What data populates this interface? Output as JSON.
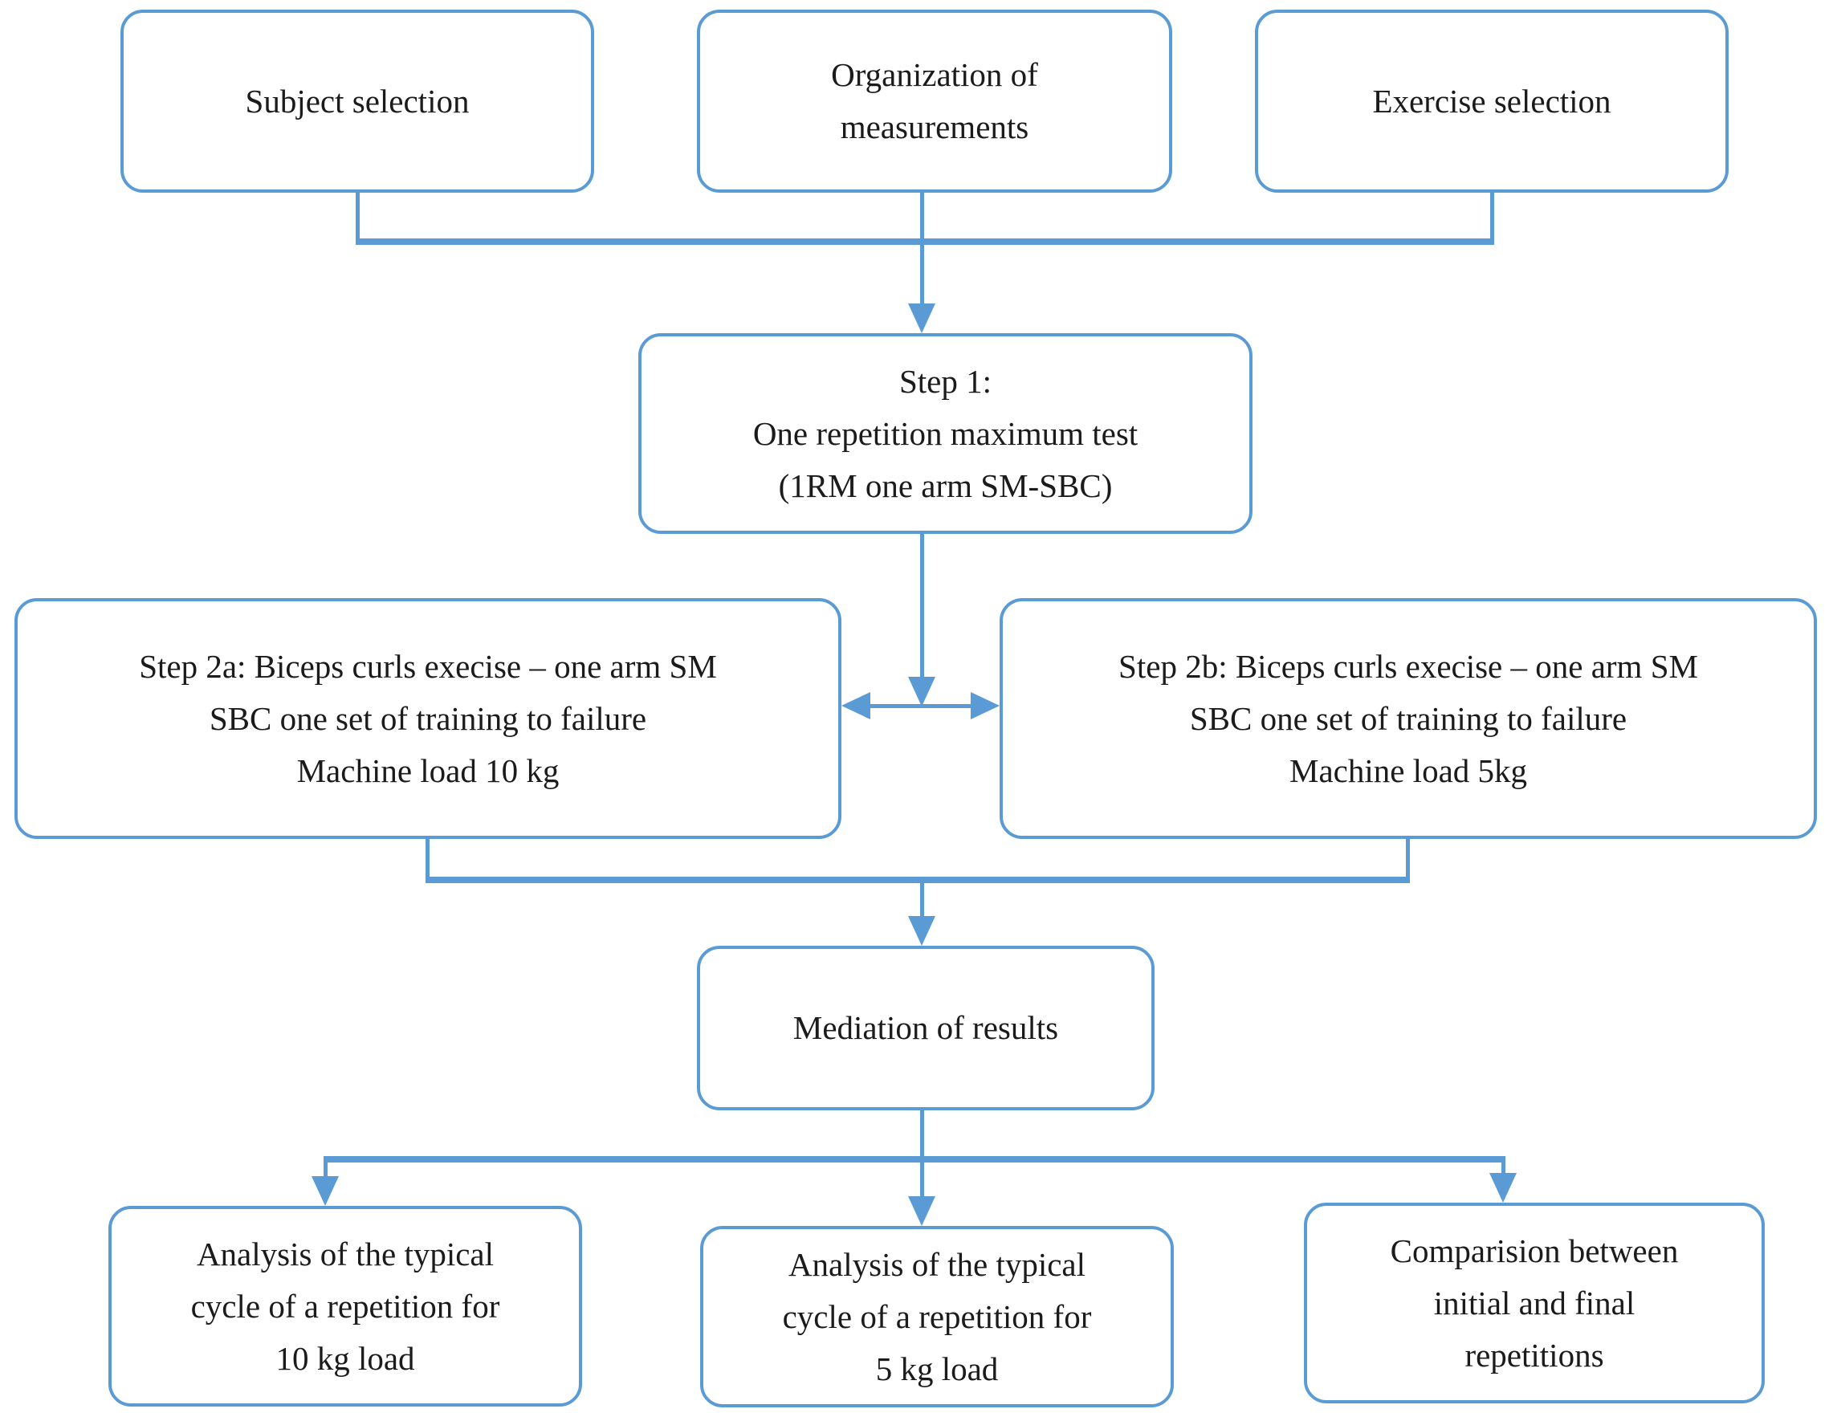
{
  "figure": {
    "type": "flowchart",
    "accent_color": "#5b9bd5",
    "text_color": "#1b1b1b",
    "background_color": "#ffffff",
    "nodes": {
      "subject_selection": "Subject selection",
      "organization_of_measurements": "Organization of\nmeasurements",
      "exercise_selection": "Exercise selection",
      "step1": "Step 1:\nOne repetition maximum test\n(1RM one arm SM-SBC)",
      "step2a": "Step 2a: Biceps curls execise – one arm SM\nSBC one set of training to failure\nMachine load 10 kg",
      "step2b": "Step 2b: Biceps curls execise – one arm SM\nSBC one set of training to failure\nMachine load 5kg",
      "mediation": "Mediation of results",
      "analysis_10kg": "Analysis of the typical\ncycle of a repetition for\n10 kg load",
      "analysis_5kg": "Analysis of the typical\ncycle of a repetition for\n5 kg load",
      "comparison": "Comparision between\ninitial and final\nrepetitions"
    },
    "edges": [
      "subject_selection -> step1",
      "organization_of_measurements -> step1",
      "exercise_selection -> step1",
      "step1 -> step2a",
      "step1 -> step2b",
      "step2a <-> step2b",
      "step2a -> mediation",
      "step2b -> mediation",
      "mediation -> analysis_10kg",
      "mediation -> analysis_5kg",
      "mediation -> comparison"
    ]
  }
}
